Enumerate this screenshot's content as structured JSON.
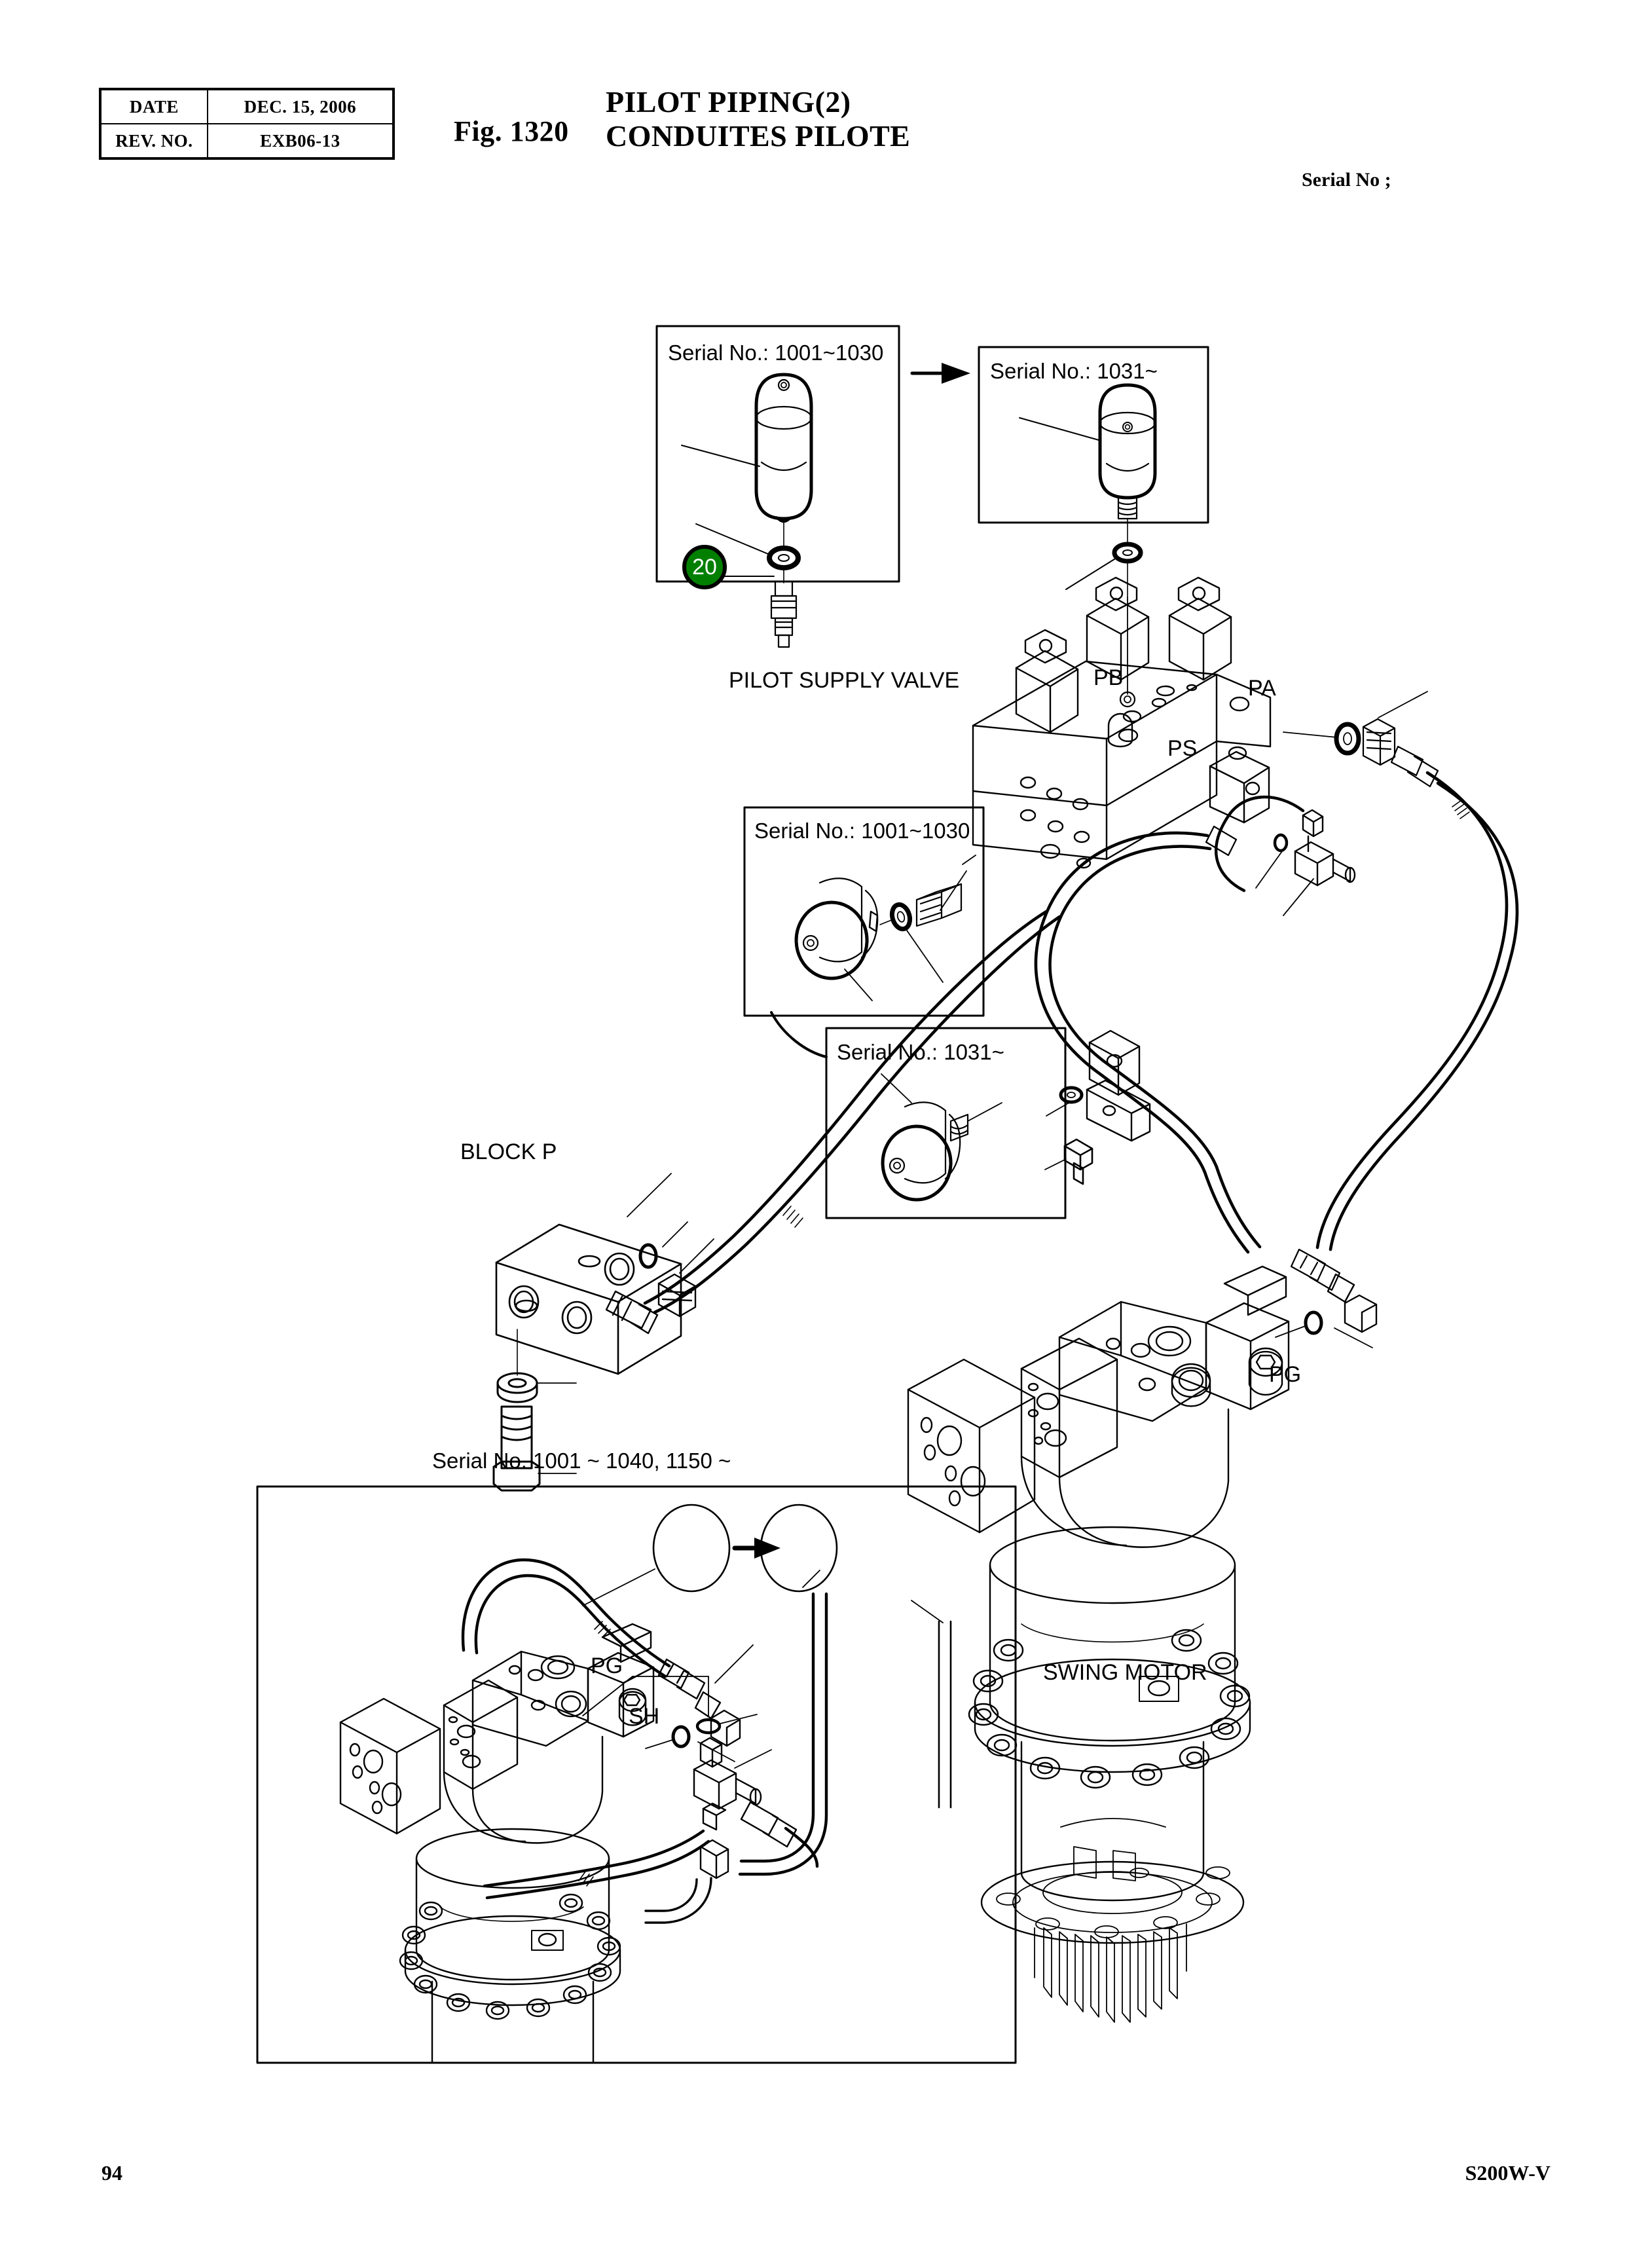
{
  "header": {
    "rows": [
      {
        "key": "DATE",
        "value": "DEC. 15, 2006"
      },
      {
        "key": "REV. NO.",
        "value": "EXB06-13"
      }
    ],
    "fig_number": "Fig. 1320",
    "title_en": "PILOT PIPING(2)",
    "title_fr": "CONDUITES PILOTE",
    "serial_no_label": "Serial No ;"
  },
  "footer": {
    "page": "94",
    "model": "S200W-V"
  },
  "diagram": {
    "labels": {
      "pilot_supply_valve": "PILOT SUPPLY VALVE",
      "block_p": "BLOCK  P",
      "swing_motor": "SWING MOTOR",
      "port_pb": "PB",
      "port_pa": "PA",
      "port_ps": "PS",
      "port_pg_right": "PG",
      "port_pg_bottom": "PG",
      "port_sh": "SH"
    },
    "detail_boxes": [
      {
        "id": "acc-old",
        "caption": "Serial No.: 1001~1030"
      },
      {
        "id": "acc-new",
        "caption": "Serial No.: 1031~"
      },
      {
        "id": "damper-old",
        "caption": "Serial No.: 1001~1030"
      },
      {
        "id": "damper-new",
        "caption": "Serial No.: 1031~"
      },
      {
        "id": "swing-variant",
        "caption": "Serial No. 1001 ~ 1040,  1150 ~"
      }
    ],
    "callouts": [
      {
        "number": "20",
        "color": "#007F00",
        "text_color": "#FFFFFF"
      }
    ]
  }
}
